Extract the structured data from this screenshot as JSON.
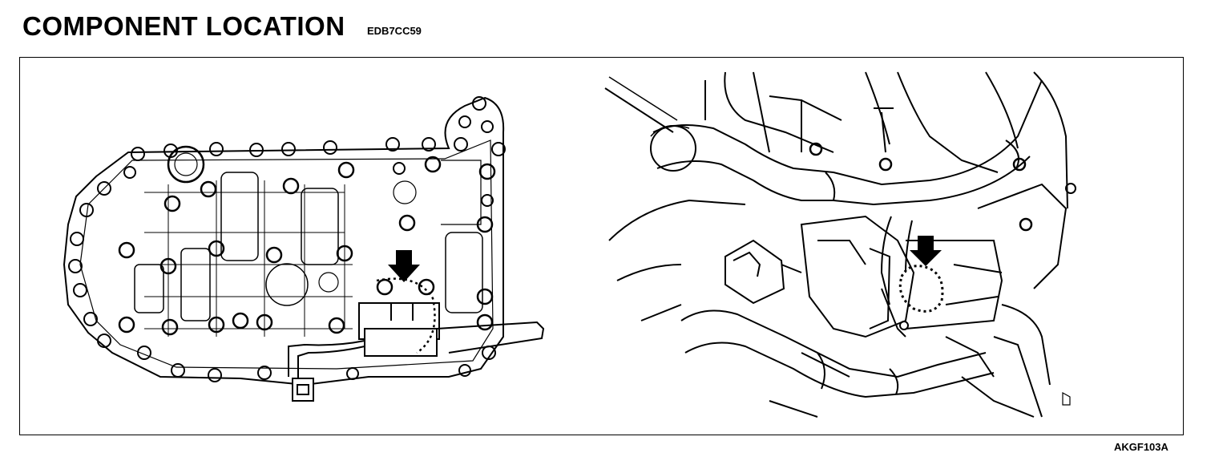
{
  "header": {
    "title": "COMPONENT LOCATION",
    "doc_code": "EDB7CC59"
  },
  "figure": {
    "code": "AKGF103A",
    "left_view": "valve-body",
    "right_view": "transaxle-installed",
    "marker": "arrow-down"
  },
  "colors": {
    "line": "#000000",
    "background": "#ffffff"
  }
}
